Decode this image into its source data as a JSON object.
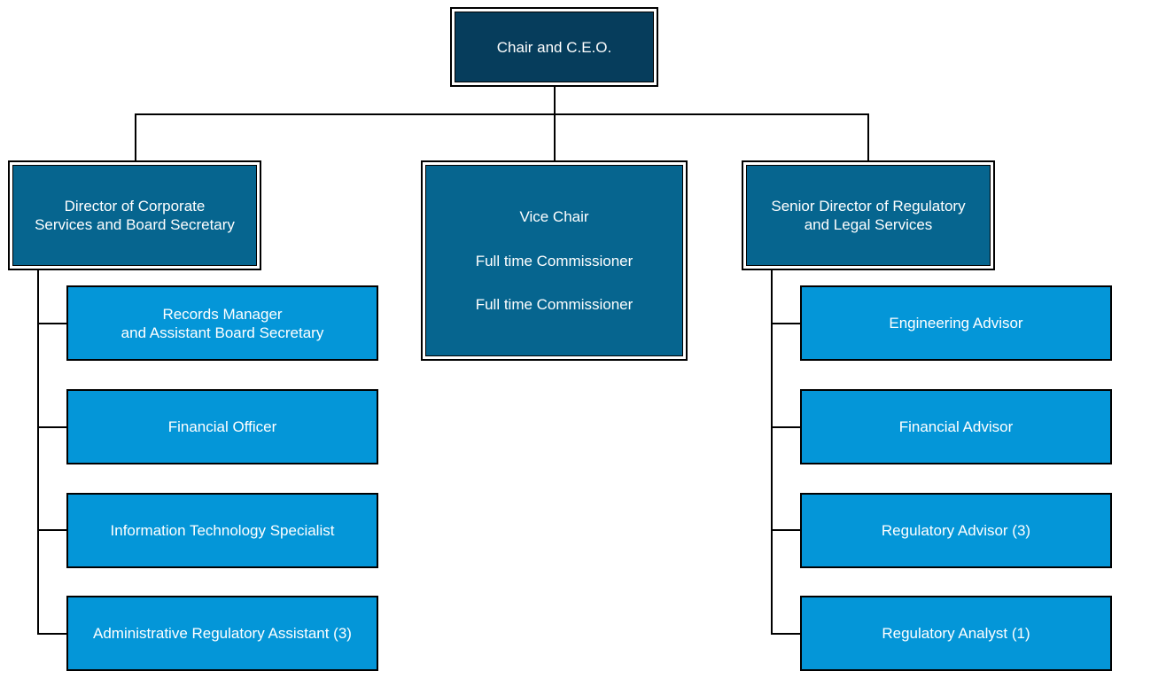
{
  "colors": {
    "top": "#063d5c",
    "director": "#06658f",
    "staff": "#0496d8",
    "connector": "#000000"
  },
  "chart": {
    "top": {
      "label": "Chair and C.E.O."
    },
    "left_director": {
      "label": "Director of Corporate\nServices and Board Secretary"
    },
    "center": {
      "lines": [
        "Vice Chair",
        "Full time Commissioner",
        "Full time Commissioner"
      ]
    },
    "right_director": {
      "label": "Senior Director of Regulatory\nand Legal Services"
    },
    "left_staff": [
      {
        "label": "Records Manager\nand Assistant Board Secretary"
      },
      {
        "label": "Financial Officer"
      },
      {
        "label": "Information Technology Specialist"
      },
      {
        "label": "Administrative Regulatory Assistant (3)"
      }
    ],
    "right_staff": [
      {
        "label": "Engineering Advisor"
      },
      {
        "label": "Financial Advisor"
      },
      {
        "label": "Regulatory Advisor (3)"
      },
      {
        "label": "Regulatory Analyst (1)"
      }
    ]
  }
}
